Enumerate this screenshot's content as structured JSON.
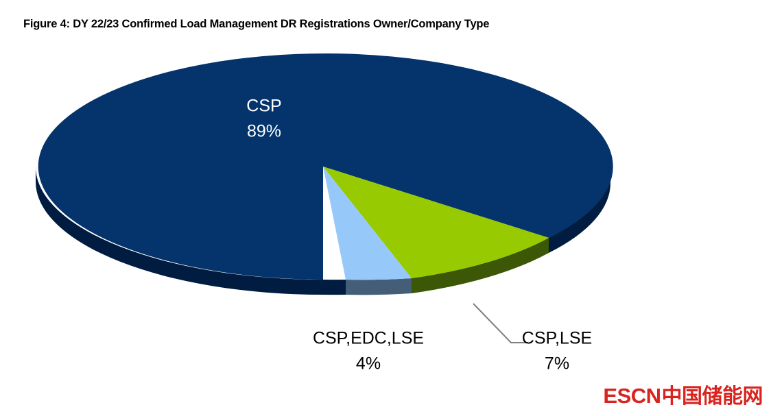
{
  "figure": {
    "title": "Figure 4:  DY 22/23 Confirmed Load Management DR Registrations Owner/Company Type"
  },
  "watermark": {
    "latin": "ESCN",
    "cjk": "中国储能网",
    "color": "#d9231f"
  },
  "chart_data": {
    "type": "pie",
    "title": "Figure 4:  DY 22/23 Confirmed Load Management DR Registrations Owner/Company Type",
    "three_d": true,
    "categories": [
      "CSP",
      "CSP,EDC,LSE",
      "CSP,LSE"
    ],
    "values": [
      89,
      4,
      7
    ],
    "value_unit": "%",
    "labels": [
      {
        "name": "CSP",
        "value": "89%",
        "position": "inside"
      },
      {
        "name": "CSP,EDC,LSE",
        "value": "4%",
        "position": "outside"
      },
      {
        "name": "CSP,LSE",
        "value": "7%",
        "position": "outside",
        "leader_line": true
      }
    ],
    "colors": {
      "csp_top": "#04346B",
      "csp_side": "#001C40",
      "csp_edc_lse_top": "#96C8FA",
      "csp_edc_lse_side": "#455E77",
      "csp_lse_top": "#97CA00",
      "csp_lse_side": "#3C5706",
      "leader_line": "#808080",
      "label_inside": "#FFFFFF",
      "label_outside": "#000000"
    },
    "legend": "none",
    "grid": false,
    "xlabel": "",
    "ylabel": ""
  },
  "labels": {
    "csp_name": "CSP",
    "csp_value": "89%",
    "csp_edc_lse_name": "CSP,EDC,LSE",
    "csp_edc_lse_value": "4%",
    "csp_lse_name": "CSP,LSE",
    "csp_lse_value": "7%"
  }
}
